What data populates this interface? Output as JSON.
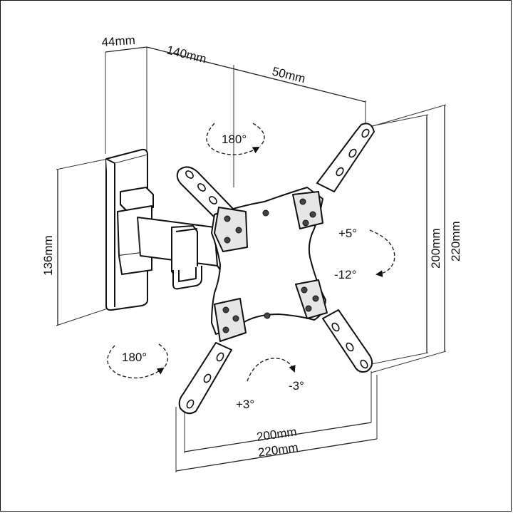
{
  "dimensions": {
    "depth": "44mm",
    "arm_length": "140mm",
    "offset": "50mm",
    "plate_height": "136mm",
    "vesa_vertical_inner": "200mm",
    "vesa_vertical_outer": "220mm",
    "vesa_horizontal_inner": "200mm",
    "vesa_horizontal_outer": "220mm"
  },
  "rotations": {
    "swivel_top": "180°",
    "swivel_bottom": "180°",
    "tilt_up": "+5°",
    "tilt_down": "-12°",
    "level_plus": "+3°",
    "level_minus": "-3°"
  }
}
